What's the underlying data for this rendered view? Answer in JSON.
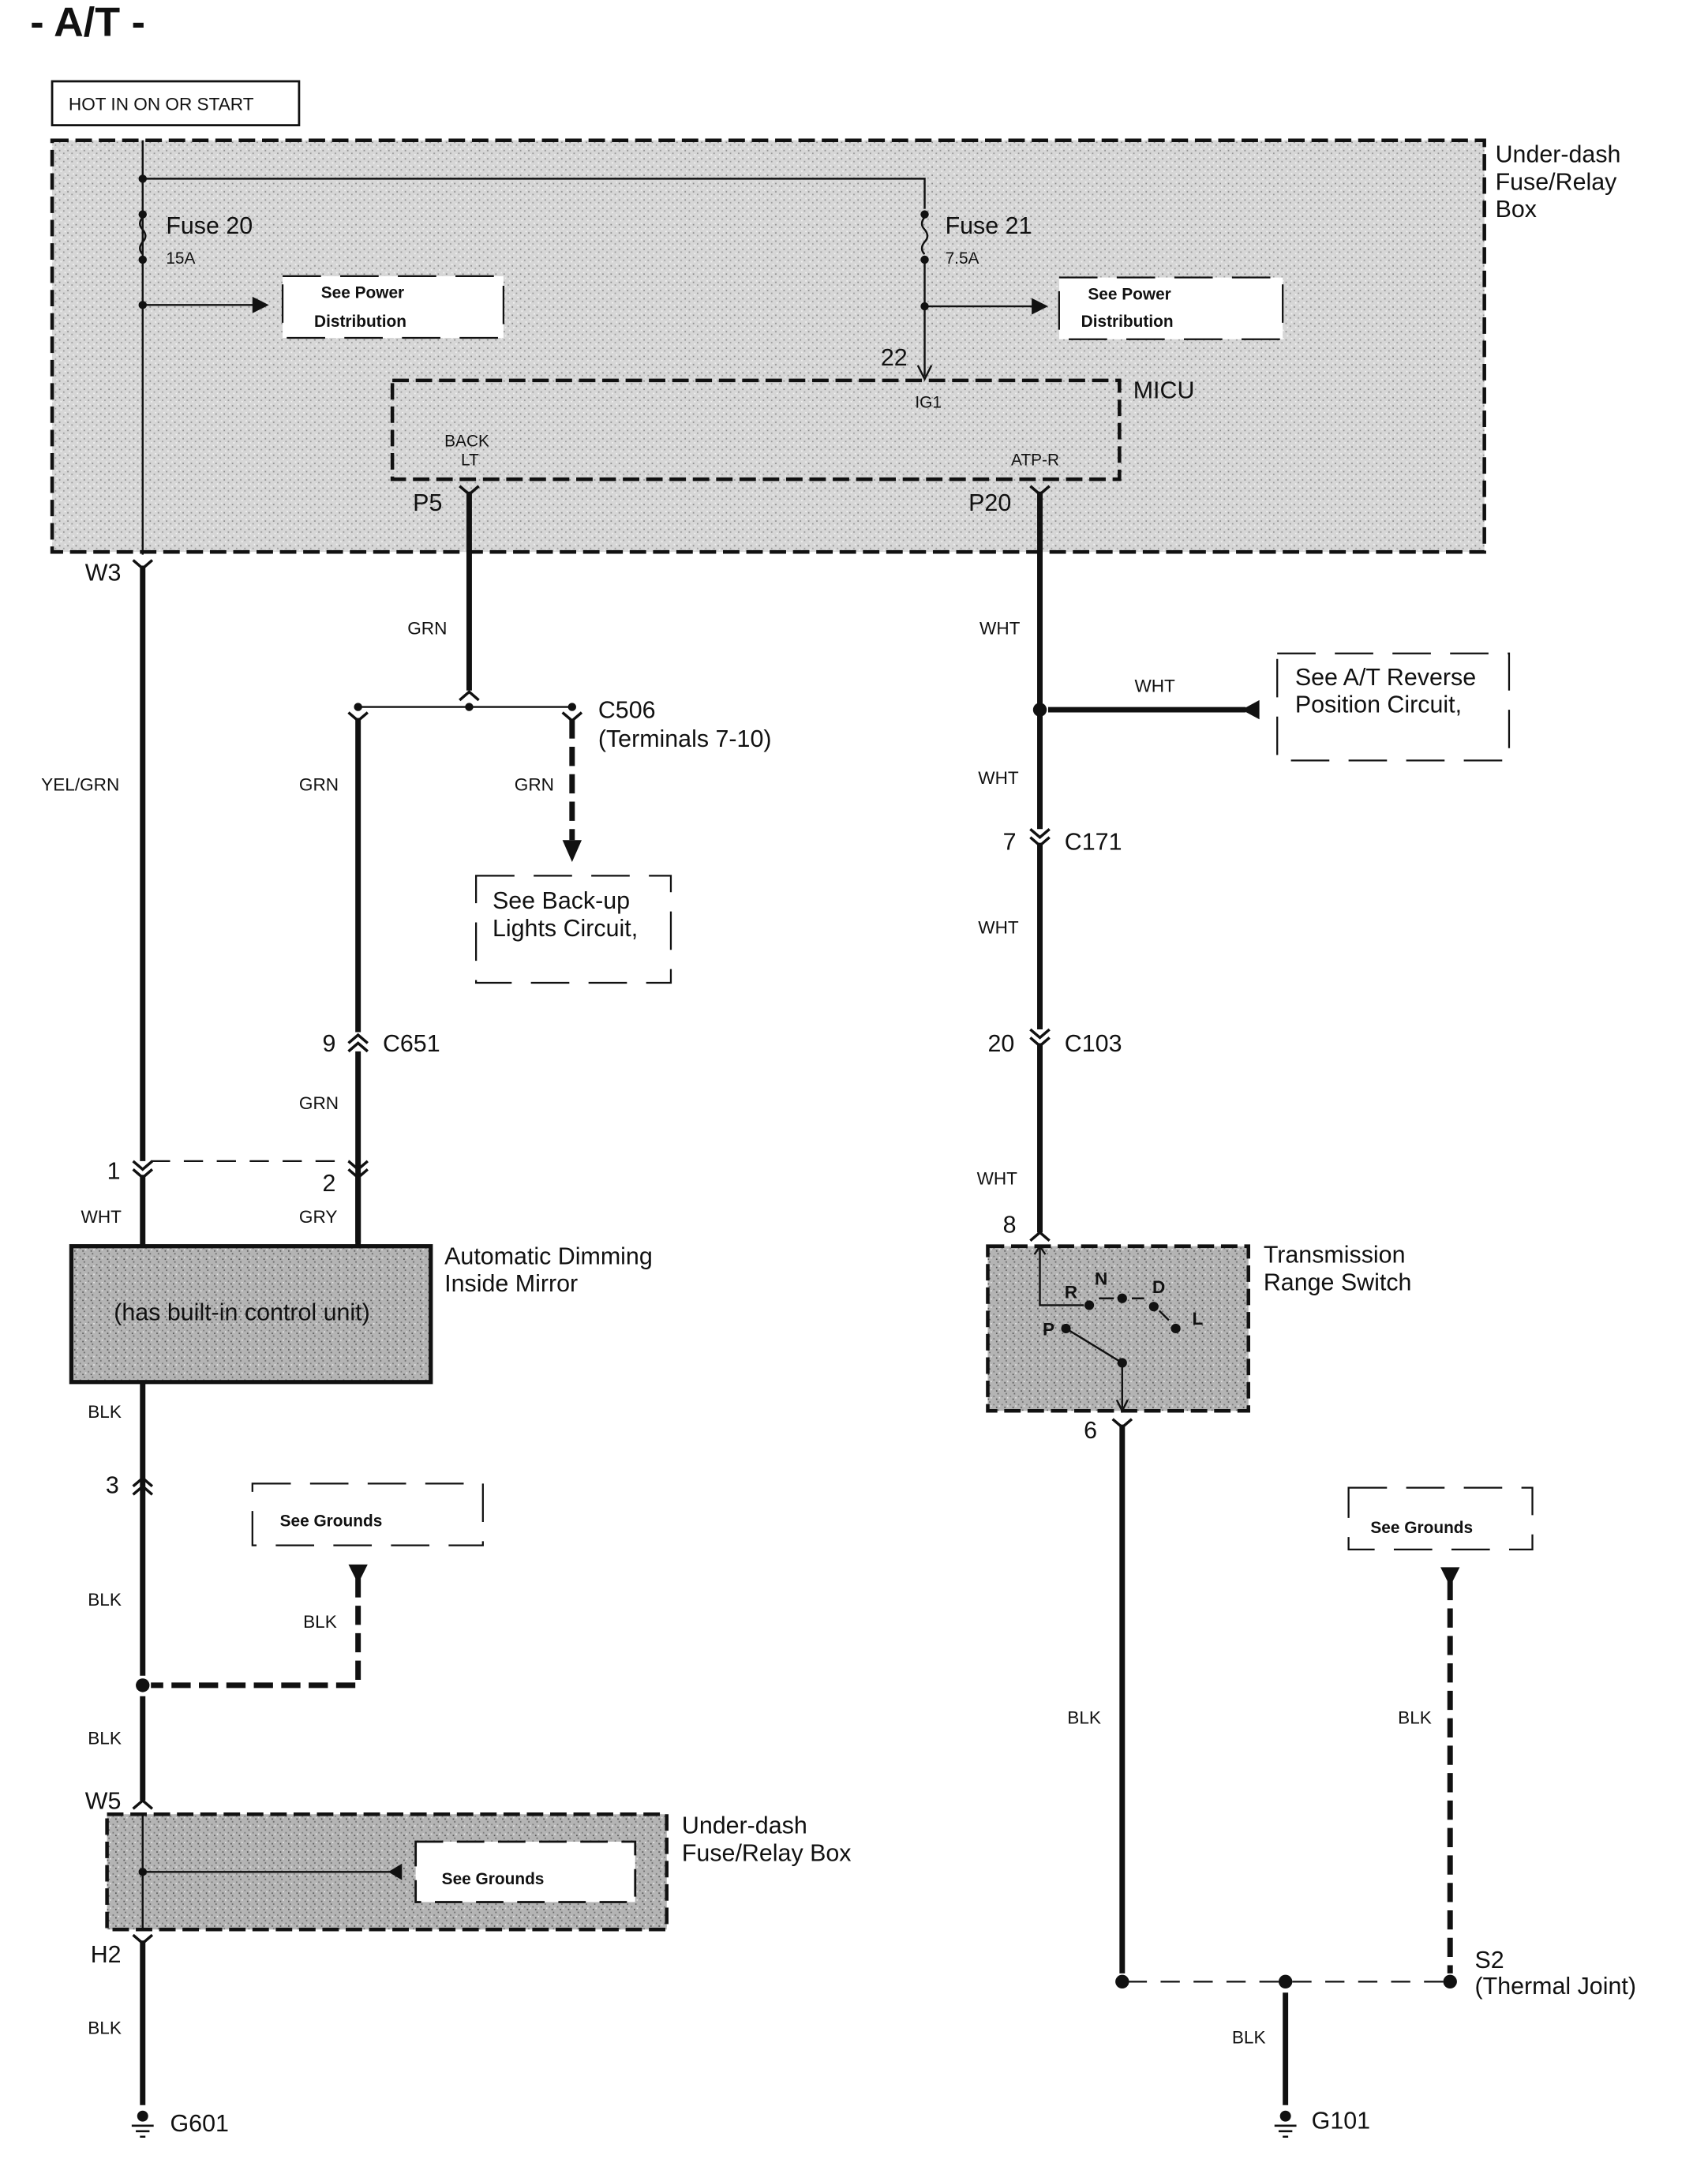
{
  "title": "- A/T -",
  "power_label": "HOT IN ON OR START",
  "fuse_box_top": {
    "label_lines": [
      "Under-dash",
      "Fuse/Relay",
      "Box"
    ],
    "fuses": [
      {
        "name": "Fuse 20",
        "rating": "15A",
        "ref_lines": [
          "See Power",
          "Distribution"
        ]
      },
      {
        "name": "Fuse 21",
        "rating": "7.5A",
        "ref_lines": [
          "See Power",
          "Distribution"
        ]
      }
    ],
    "micu": {
      "label": "MICU",
      "terminal_in": "22",
      "pin_ig1": "IG1",
      "pin_back_lt_lines": [
        "BACK",
        "LT"
      ],
      "pin_atp_r": "ATP-R"
    },
    "outputs": {
      "w3": "W3",
      "p5": "P5",
      "p20": "P20"
    }
  },
  "wires": {
    "yel_grn": "YEL/GRN",
    "grn_top": "GRN",
    "grn_left": "GRN",
    "grn_right": "GRN",
    "grn_lower": "GRN",
    "wht_1": "WHT",
    "gry_2": "GRY",
    "wht_p20": "WHT",
    "wht_branch": "WHT",
    "wht_a": "WHT",
    "wht_b": "WHT",
    "wht_c": "WHT",
    "blk_mirror": "BLK",
    "blk_a": "BLK",
    "blk_ground_ref": "BLK",
    "blk_b": "BLK",
    "blk_h2": "BLK",
    "blk_trs": "BLK",
    "blk_s2_ref": "BLK",
    "blk_g101": "BLK"
  },
  "connectors": {
    "c506": {
      "name": "C506",
      "note": "(Terminals 7-10)"
    },
    "c651": {
      "name": "C651",
      "pin": "9"
    },
    "c171": {
      "name": "C171",
      "pin": "7"
    },
    "c103": {
      "name": "C103",
      "pin": "20"
    },
    "mirror_pin1": "1",
    "mirror_pin2": "2",
    "mirror_pin3": "3",
    "trs_pin8": "8",
    "trs_pin6": "6",
    "w5": "W5",
    "h2": "H2"
  },
  "refs": {
    "backup_lights": [
      "See Back-up",
      "Lights Circuit,"
    ],
    "at_reverse": [
      "See A/T Reverse",
      "Position Circuit,"
    ],
    "grounds_left": "See Grounds",
    "grounds_right": "See Grounds",
    "grounds_box": "See Grounds"
  },
  "mirror": {
    "label_lines": [
      "Automatic Dimming",
      "Inside Mirror"
    ],
    "inner": "(has built-in control unit)"
  },
  "trs": {
    "label_lines": [
      "Transmission",
      "Range Switch"
    ],
    "positions": [
      "R",
      "N",
      "D",
      "P",
      "L"
    ]
  },
  "fuse_box_bottom": {
    "label_lines": [
      "Under-dash",
      "Fuse/Relay Box"
    ]
  },
  "splice": {
    "name": "S2",
    "note": "(Thermal Joint)"
  },
  "grounds": {
    "g601": "G601",
    "g101": "G101"
  }
}
